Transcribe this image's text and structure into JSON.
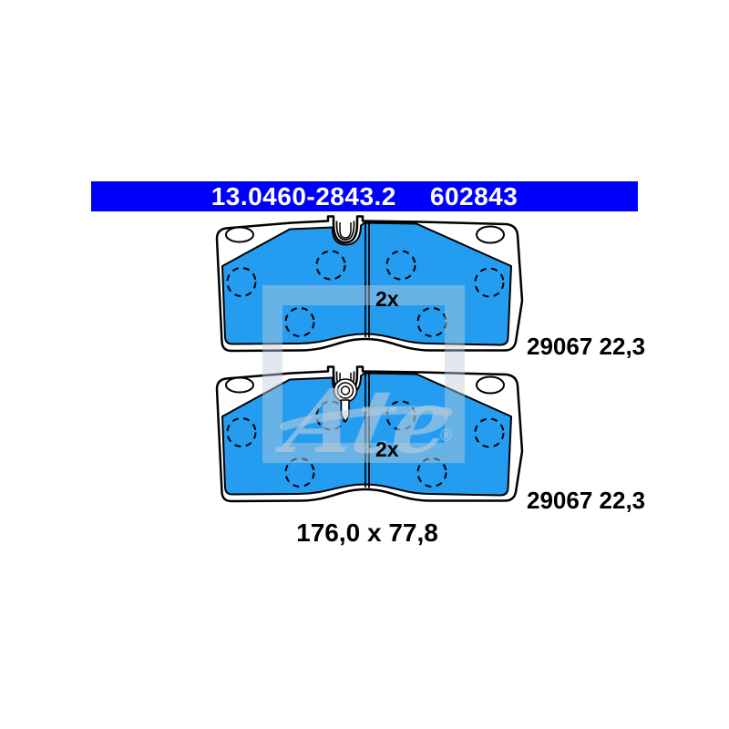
{
  "colors": {
    "header_bar": "#0000FF",
    "header_text": "#FFFFFF",
    "friction_material": "#249DF1",
    "outline": "#000000",
    "label_text": "#000000",
    "watermark": "#BECDDA"
  },
  "header": {
    "part_number": "13.0460-2843.2",
    "ean_number": "602843"
  },
  "pads": {
    "items": [
      {
        "position": "top",
        "quantity": "2x",
        "wva": "29067 22,3"
      },
      {
        "position": "bottom",
        "quantity": "2x",
        "wva": "29067 22,3"
      }
    ]
  },
  "dimensions": {
    "label": "176,0 x 77,8"
  },
  "watermark": {
    "brand": "Ate",
    "registered": "®"
  }
}
